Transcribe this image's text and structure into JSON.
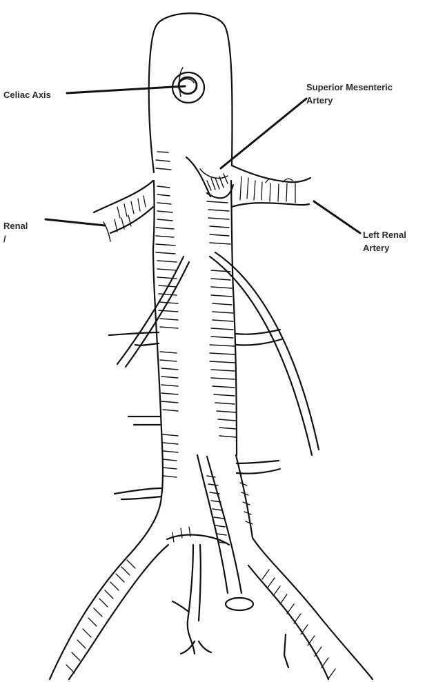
{
  "labels": {
    "celiac_axis": {
      "text": "Celiac Axis"
    },
    "superior_mesenteric": {
      "line1": "Superior Mesenteric",
      "line2": "Artery"
    },
    "right_renal": {
      "line1": "Renal",
      "line2": "/"
    },
    "left_renal": {
      "line1": "Left Renal",
      "line2": "Artery"
    }
  },
  "colors": {
    "ink": "#111111",
    "label": "#2b2b2b",
    "background": "#ffffff"
  }
}
